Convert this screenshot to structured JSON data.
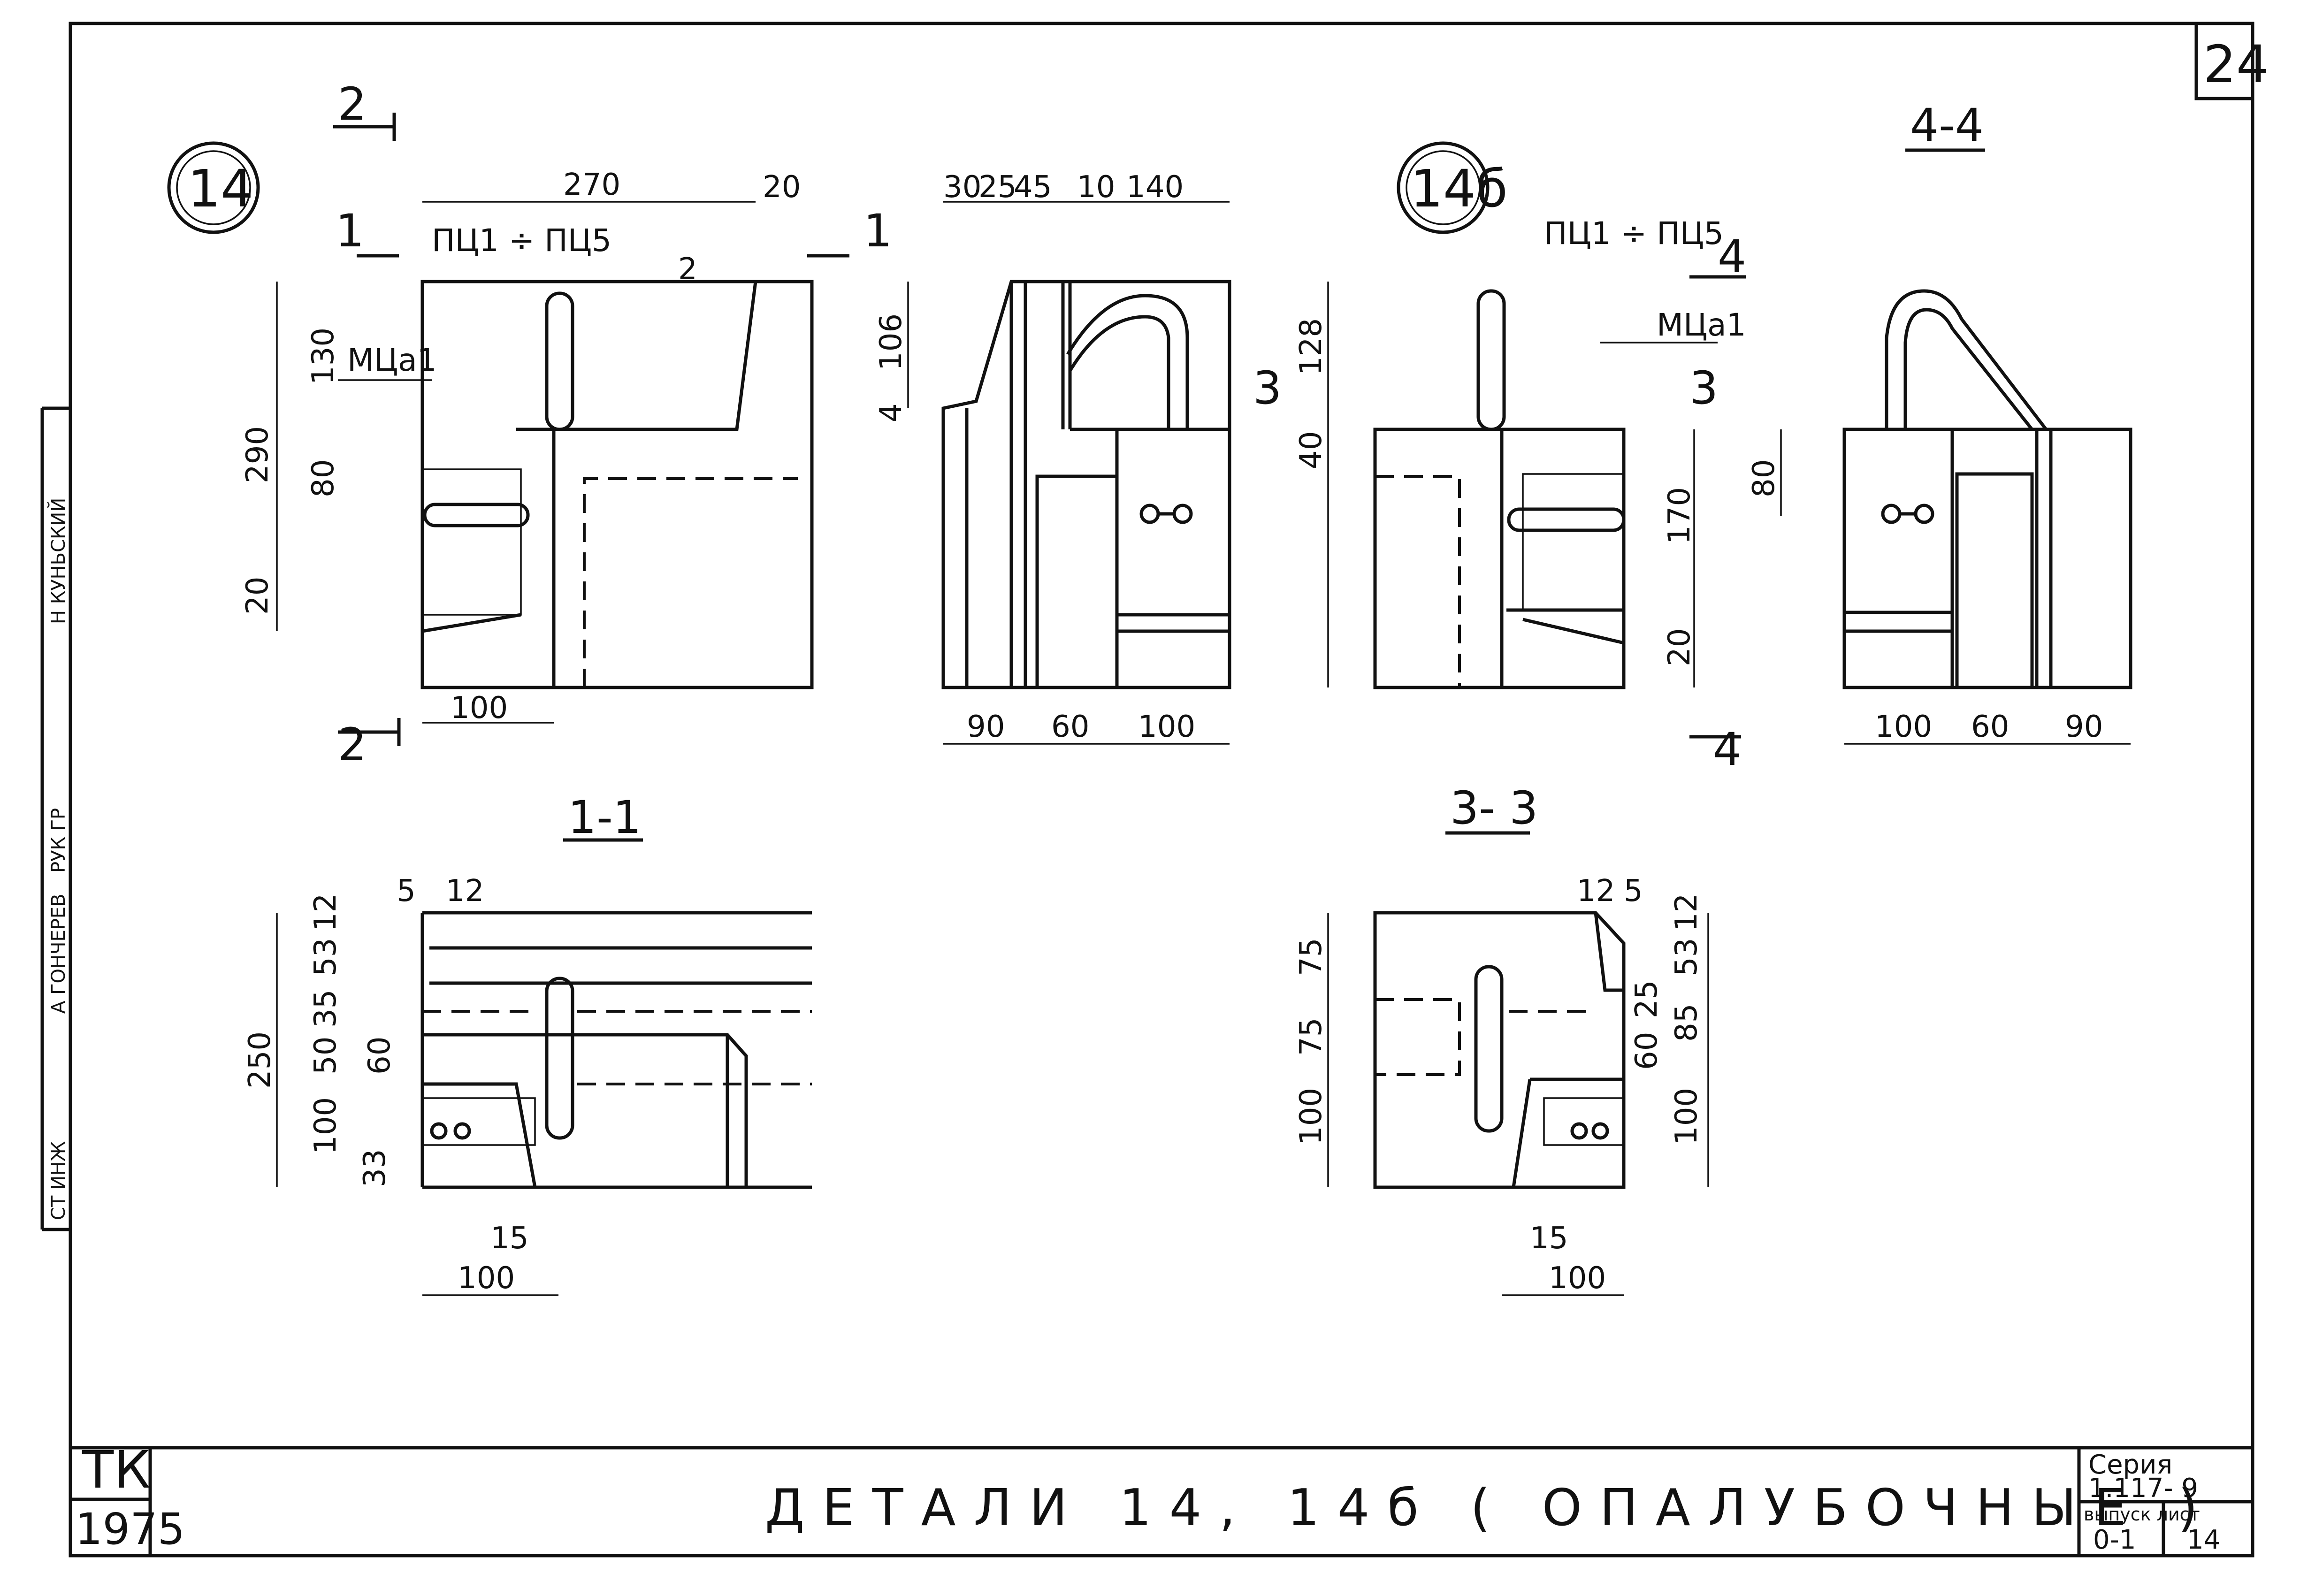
{
  "sheet": {
    "page_number": "24",
    "title": "ДЕТАЛИ 14, 14б ( ОПАЛУБОЧНЫЕ )",
    "org_code": "ТК",
    "year": "1975",
    "series_label": "Серия",
    "series": "1.117- 9",
    "issue_sheet_label": "выпуск лист",
    "issue": "0-1",
    "sheet_no": "14"
  },
  "side_stamp": [
    "СТ ИНЖ",
    "А ГОНЧЕРЕВ",
    "РУК ГР",
    "Н КУНЬСКИЙ"
  ],
  "details": {
    "d14": {
      "marker": "14",
      "cut_2": "2",
      "cut_1": "1",
      "label_pc": "ПЦ1 ÷ ПЦ5",
      "label_mc": "МЦа1",
      "dims": [
        "270",
        "20",
        "2",
        "290",
        "130",
        "80",
        "20",
        "100"
      ],
      "side_dims_top": [
        "30",
        "25",
        "45",
        "10",
        "140"
      ],
      "side_dims_left": [
        "106",
        "4"
      ],
      "side_dims_bottom": [
        "90",
        "60",
        "100"
      ]
    },
    "d14b": {
      "marker": "14б",
      "label_pc": "ПЦ1 ÷ ПЦ5",
      "label_mc": "МЦа1",
      "cut_3": "3",
      "cut_4": "4",
      "dims": [
        "128",
        "40",
        "170",
        "20"
      ]
    },
    "sec44": {
      "title": "4-4",
      "dims_left": [
        "80"
      ],
      "dims_bottom": [
        "100",
        "60",
        "90"
      ]
    },
    "sec11": {
      "title": "1-1",
      "dims_top": [
        "5",
        "12"
      ],
      "dims_left": [
        "250",
        "12",
        "53",
        "35",
        "50",
        "100",
        "33",
        "60"
      ],
      "dims_bottom": [
        "15",
        "100"
      ]
    },
    "sec33": {
      "title": "3- 3",
      "dims_top": [
        "12",
        "5"
      ],
      "dims_left": [
        "75",
        "75",
        "100"
      ],
      "dims_right": [
        "12",
        "53",
        "25",
        "60",
        "85",
        "100"
      ],
      "dims_bottom": [
        "15",
        "100"
      ]
    }
  }
}
